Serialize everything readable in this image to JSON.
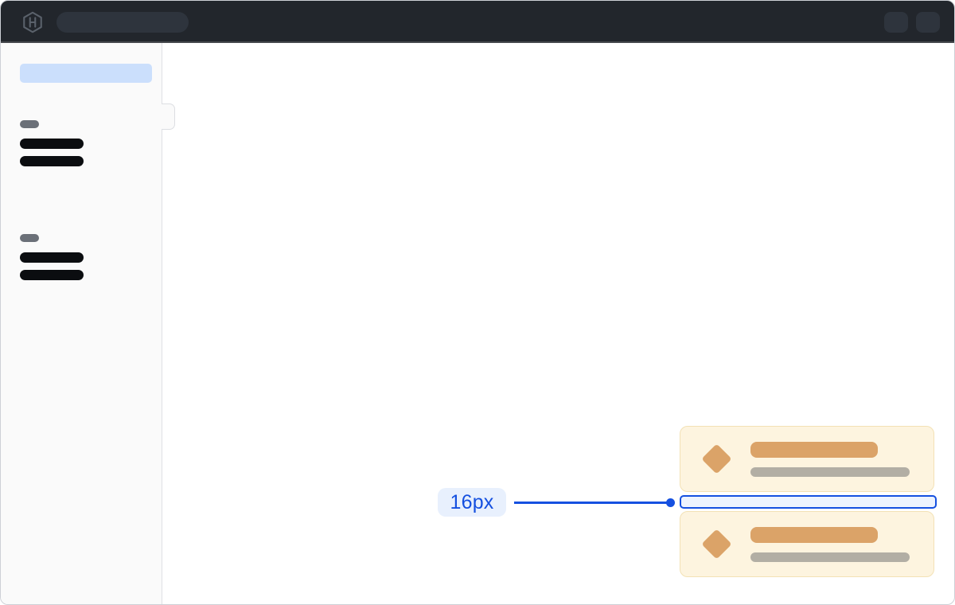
{
  "topbar": {
    "logo_icon": "hashicorp-logo",
    "background_color": "#22262c",
    "skeleton_color": "#2e343d",
    "search_skeleton": "empty placeholder pill",
    "action_skeletons": 2
  },
  "sidebar": {
    "background_color": "#fafafa",
    "selected_item_color": "#cbdffc",
    "selected_item": "empty highlighted placeholder",
    "groups": [
      {
        "label": "small gray label placeholder",
        "items": 2
      },
      {
        "label": "small gray label placeholder",
        "items": 2
      }
    ],
    "nav_item_color": "#0b0d10"
  },
  "cards": {
    "count": 2,
    "background_color": "#fdf4df",
    "border_color": "#f3e1b5",
    "icon": "diamond-icon",
    "accent_color": "#dba368",
    "muted_bar_color": "#b2aea4"
  },
  "annotation": {
    "measurement_label": "16px",
    "accent_color": "#1550e0",
    "label_background": "#e8f0fd",
    "highlight_fill": "#edf3fe"
  }
}
